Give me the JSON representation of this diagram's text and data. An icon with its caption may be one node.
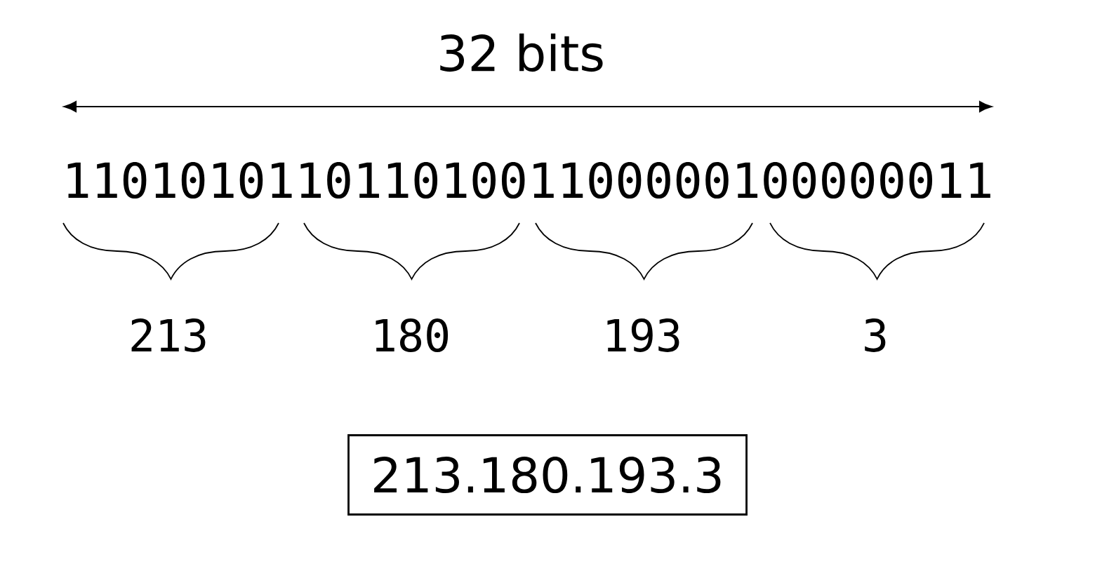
{
  "diagram": {
    "nodes": [
      {
        "text": [
          "213.180.193.3"
        ]
      }
    ],
    "labels": [
      "32 bits",
      "11010101101101001100000100000011",
      "213",
      "180",
      "193",
      "3"
    ]
  }
}
